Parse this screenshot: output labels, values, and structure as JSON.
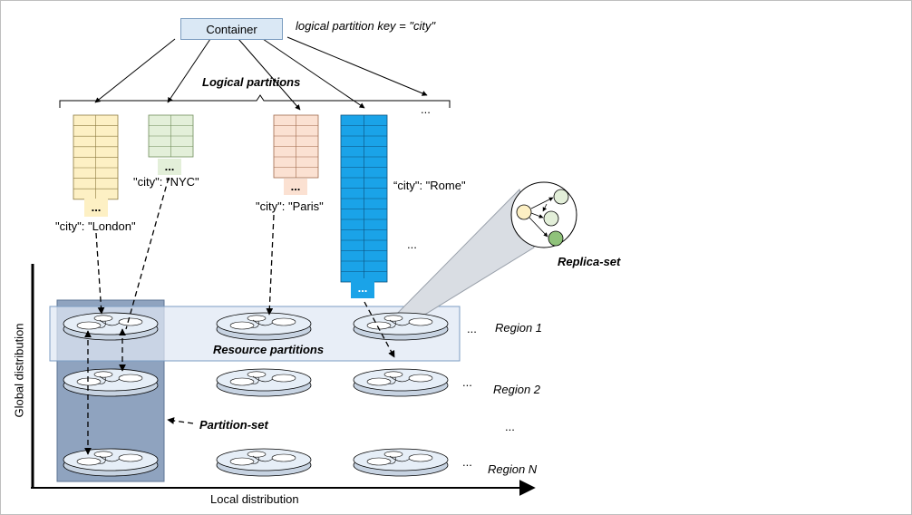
{
  "container": {
    "label": "Container"
  },
  "partition_key_note": "logical partition key  = \"city\"",
  "logical_partitions_label": "Logical partitions",
  "partitions": [
    {
      "city_label": "\"city\": \"London\"",
      "color": "#fdf0c4",
      "stroke": "#8c7a3f",
      "ellipsis": "..."
    },
    {
      "city_label": "\"city\": \"NYC\"",
      "color": "#e3efd9",
      "stroke": "#6f8c5a",
      "ellipsis": "..."
    },
    {
      "city_label": "\"city\": \"Paris\"",
      "color": "#fbe1d2",
      "stroke": "#a0694a",
      "ellipsis": "..."
    },
    {
      "city_label": "“city\": \"Rome\"",
      "color": "#1aa3e8",
      "stroke": "#0a4f7a",
      "ellipsis": "..."
    }
  ],
  "more_partitions": "...",
  "more_rome": "...",
  "replica_set_label": "Replica-set",
  "regions": [
    {
      "label": "Region 1",
      "more": "..."
    },
    {
      "label": "Region 2",
      "more": "..."
    },
    {
      "label": "Region N",
      "more": "..."
    }
  ],
  "more_regions": "...",
  "resource_partitions_label": "Resource partitions",
  "partition_set_label": "Partition-set",
  "axis_global": "Global distribution",
  "axis_local": "Local distribution",
  "colors": {
    "partition_set_fill": "#8fa3bf",
    "region_band_fill": "#dfe8f4",
    "region_band_stroke": "#7b9cc3",
    "disk_fill": "#e6eef7",
    "replica_nodes": [
      "#fdf0c4",
      "#e3efd9",
      "#e3efd9",
      "#8fc27a"
    ]
  }
}
